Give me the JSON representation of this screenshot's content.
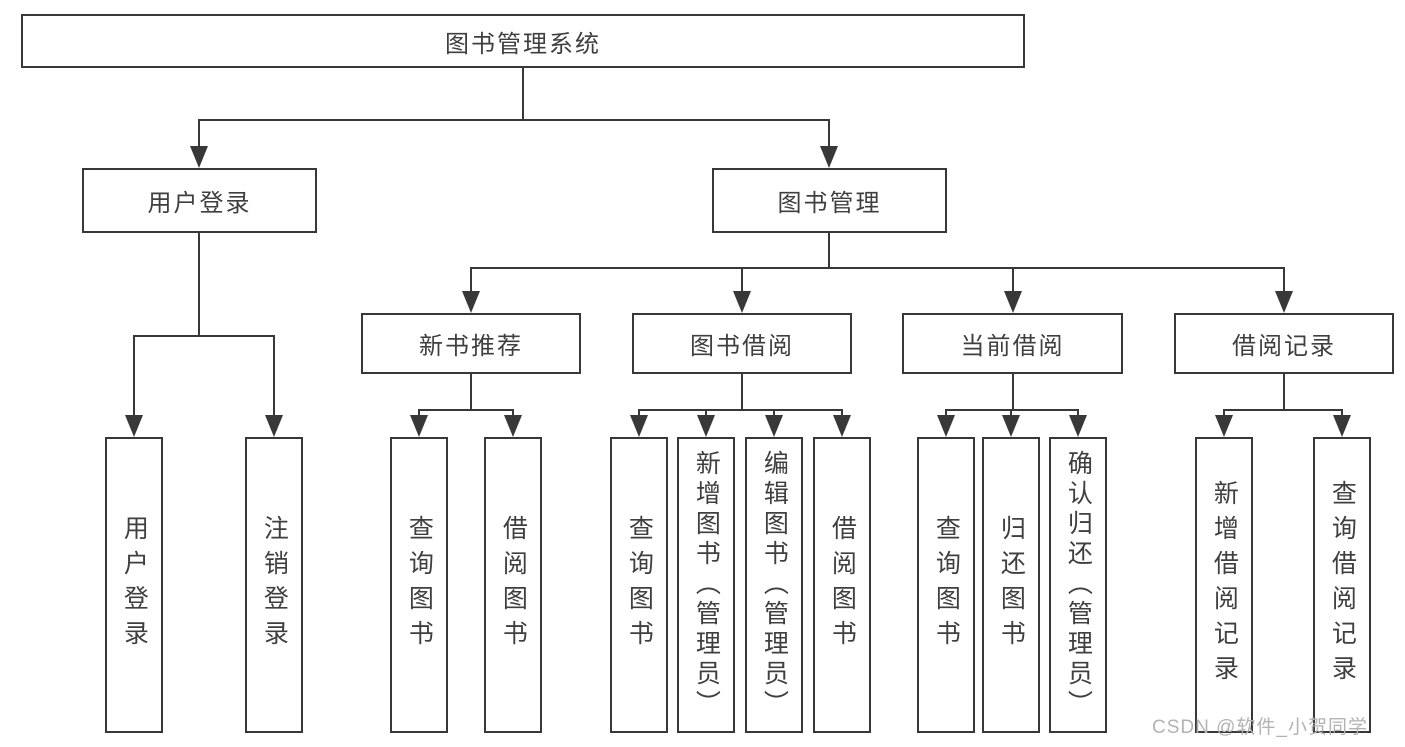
{
  "diagram": {
    "type": "hierarchy-tree",
    "root": "图书管理系统",
    "children": [
      {
        "label": "用户登录",
        "children": [
          "用户登录",
          "注销登录"
        ]
      },
      {
        "label": "图书管理",
        "children": [
          {
            "label": "新书推荐",
            "children": [
              "查询图书",
              "借阅图书"
            ]
          },
          {
            "label": "图书借阅",
            "children": [
              "查询图书",
              "新增图书（管理员）",
              "编辑图书（管理员）",
              "借阅图书"
            ]
          },
          {
            "label": "当前借阅",
            "children": [
              "查询图书",
              "归还图书",
              "确认归还（管理员）"
            ]
          },
          {
            "label": "借阅记录",
            "children": [
              "新增借阅记录",
              "查询借阅记录"
            ]
          }
        ]
      }
    ]
  },
  "watermark": "CSDN @软件_小贺同学",
  "colors": {
    "line": "#383838",
    "box_border": "#383838",
    "text": "#3f3f3f",
    "watermark": "#b3b3b3",
    "background": "#ffffff"
  }
}
